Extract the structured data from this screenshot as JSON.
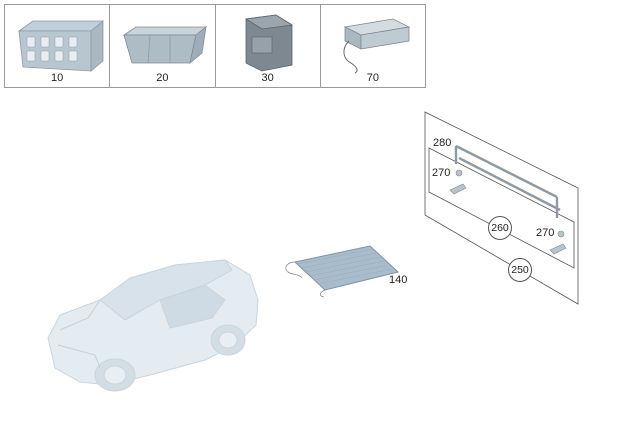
{
  "thumbnails": [
    {
      "number": "10",
      "icon": "storage-crate-icon"
    },
    {
      "number": "20",
      "icon": "storage-box-icon"
    },
    {
      "number": "30",
      "icon": "organizer-bag-icon"
    },
    {
      "number": "70",
      "icon": "cooler-box-icon"
    }
  ],
  "diagram": {
    "cargo_cover_label": "140",
    "panel_labels": {
      "rail": "280",
      "clip_left": "270",
      "clip_right": "270",
      "net": "260",
      "assembly": "250"
    }
  }
}
